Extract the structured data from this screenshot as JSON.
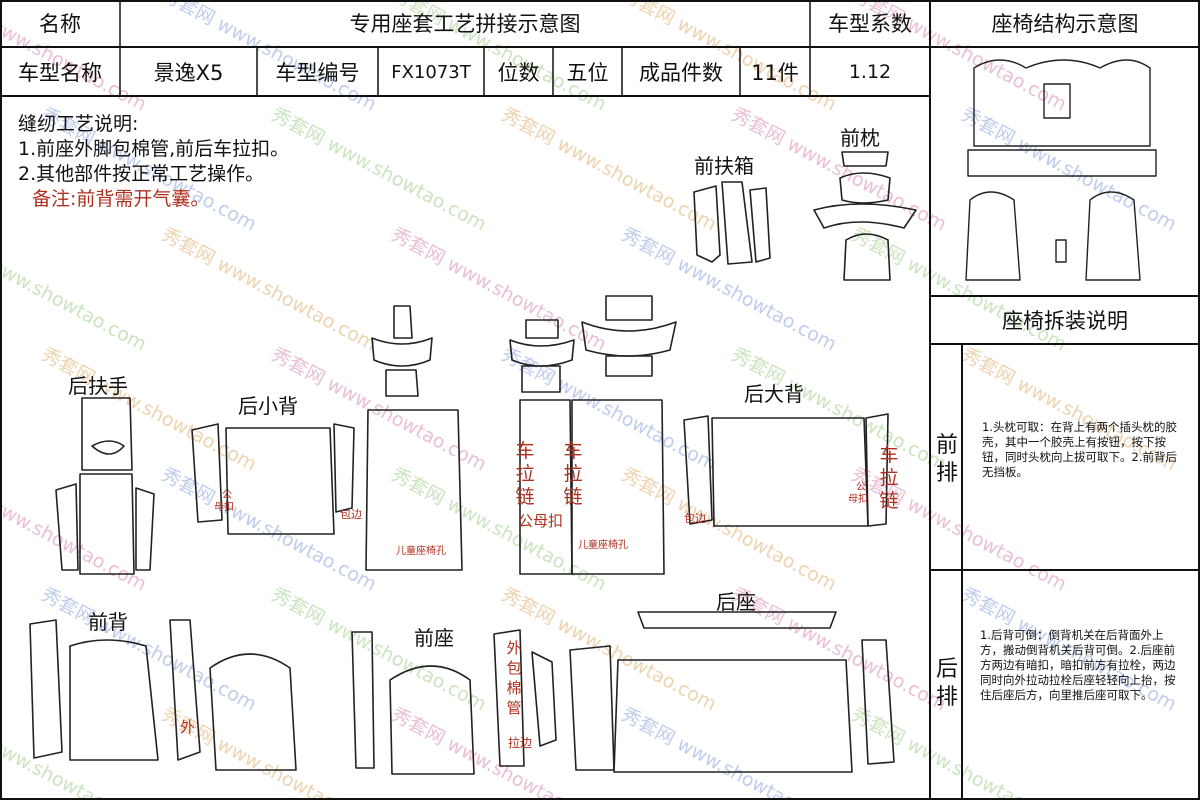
{
  "header": {
    "name_label": "名称",
    "title": "专用座套工艺拼接示意图",
    "coef_label": "车型系数",
    "struct_title": "座椅结构示意图"
  },
  "info": {
    "model_name_label": "车型名称",
    "model_name": "景逸X5",
    "model_code_label": "车型编号",
    "model_code": "FX1073T",
    "seats_label": "位数",
    "seats": "五位",
    "pieces_label": "成品件数",
    "pieces": "11件",
    "coef": "1.12"
  },
  "notes": {
    "heading": "缝纫工艺说明:",
    "line1": "1.前座外脚包棉管,前后车拉扣。",
    "line2": "2.其他部件按正常工艺操作。",
    "remark": "备注:前背需开气囊。"
  },
  "labels": {
    "front_box": "前扶箱",
    "front_pillow": "前枕",
    "rear_armrest": "后扶手",
    "rear_small_back": "后小背",
    "rear_big_back": "后大背",
    "front_back": "前背",
    "front_seat": "前座",
    "rear_seat": "后座"
  },
  "annotations": {
    "che_la_lian": "车拉链",
    "gong_mu_kou": "公母扣",
    "mu_kou": "母扣",
    "gong": "公",
    "bao_bian": "包边",
    "child_seat_hole": "儿童座椅孔",
    "wai": "外",
    "wai_bao_mian_guan": "外包棉管",
    "la_bian": "拉边"
  },
  "disassembly": {
    "title": "座椅拆装说明",
    "front_row_label": "前排",
    "front_text": "1.头枕可取：在背上有两个插头枕的胶壳，其中一个胶壳上有按钮，按下按钮，同时头枕向上拔可取下。2.前背后无挡板。",
    "rear_row_label": "后排",
    "rear_text": "1.后背可倒：倒背机关在后背面外上方，搬动倒背机关后背可倒。2.后座前方两边有暗扣，暗扣前方有拉栓，两边同时向外拉动拉栓后座轻轻向上抬，按住后座后方，向里推后座可取下。"
  },
  "watermark": {
    "text": "秀套网 www.showtao.com"
  },
  "colors": {
    "annotation_red": "#b03020",
    "line": "#111111"
  }
}
